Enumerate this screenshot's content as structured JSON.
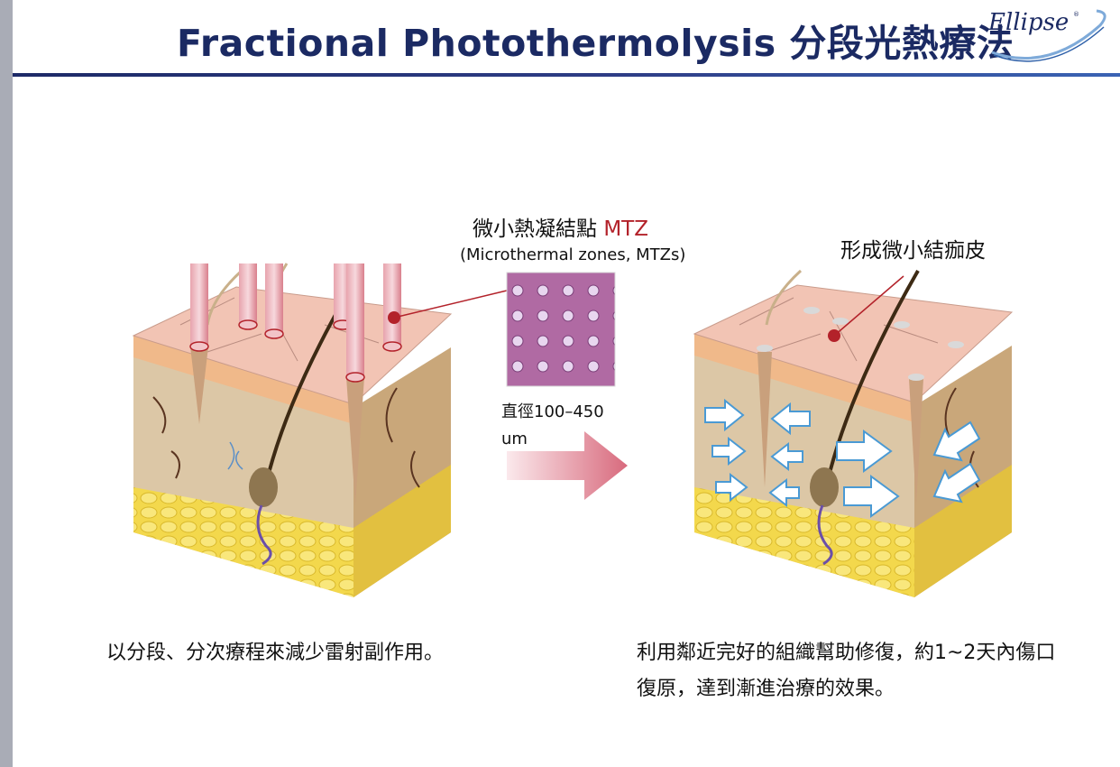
{
  "title": "Fractional Photothermolysis 分段光熱療法",
  "logo": {
    "text": "Ellipse",
    "mark": "®"
  },
  "colors": {
    "title": "#1b2a63",
    "accent_red": "#b3222a"
  },
  "labels": {
    "mtz_zh": "微小熱凝結點",
    "mtz_en": "MTZ",
    "mtz_sub": "(Microthermal  zones, MTZs)",
    "scab": "形成微小結痂皮",
    "diameter": "直徑100–450 um"
  },
  "captions": {
    "left": "以分段、分次療程來減少雷射副作用。",
    "right": "利用鄰近完好的組織幫助修復，約1~2天內傷口復原，達到漸進治療的效果。"
  },
  "icons": [
    "skin-cross-section-before",
    "skin-cross-section-after",
    "laser-beam",
    "mtz-histology",
    "progress-arrow",
    "healing-arrow"
  ]
}
